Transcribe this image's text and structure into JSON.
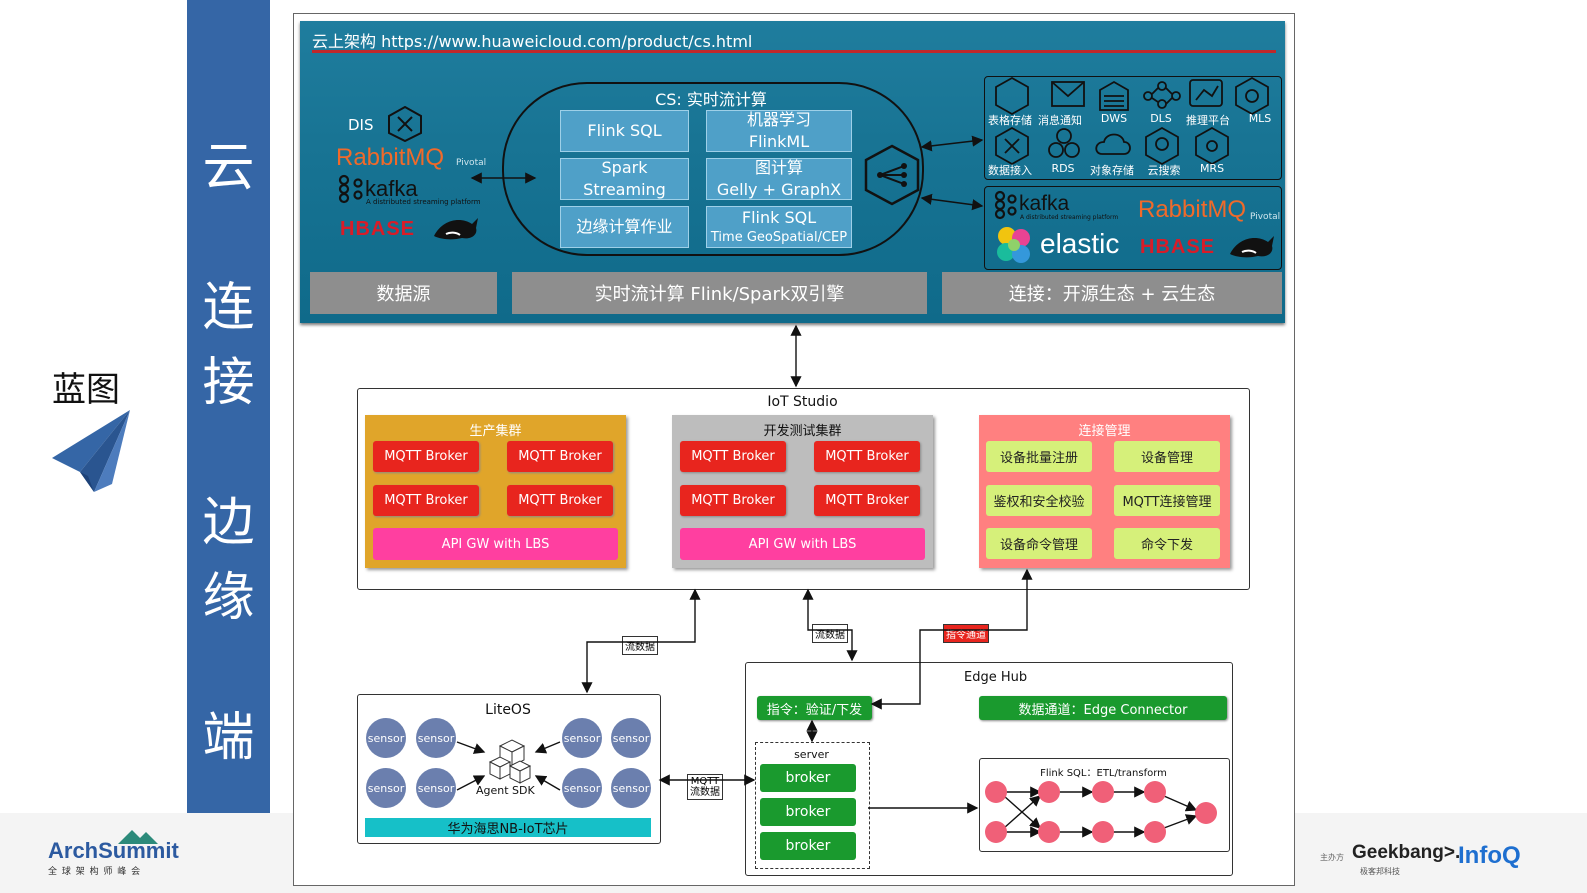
{
  "sidebar": {
    "chars": [
      "云",
      "连",
      "接",
      "边",
      "缘",
      "端"
    ]
  },
  "left": {
    "blueprint_label": "蓝图"
  },
  "footer": {
    "logo_archsummit": "ArchSummit",
    "logo_archsummit_sub": "全 球 架 构 师 峰 会",
    "organizer_label": "主办方",
    "logo_geekbang": "Geekbang>.",
    "logo_geekbang_sub": "极客邦科技",
    "logo_infoq": "InfoQ"
  },
  "cloud": {
    "title": "云上架构  https://www.huaweicloud.com/product/cs.html",
    "sources": {
      "dis": "DIS",
      "rabbitmq": "RabbitMQ",
      "pivotal": "Pivotal",
      "kafka": "kafka",
      "kafka_sub": "A distributed streaming platform",
      "hbase": "HBASE"
    },
    "cs": {
      "title": "CS: 实时流计算",
      "buttons": [
        {
          "line1": "Flink SQL",
          "line2": ""
        },
        {
          "line1": "机器学习",
          "line2": "FlinkML"
        },
        {
          "line1": "Spark",
          "line2": "Streaming"
        },
        {
          "line1": "图计算",
          "line2": "Gelly + GraphX"
        },
        {
          "line1": "边缘计算作业",
          "line2": ""
        },
        {
          "line1": "Flink SQL",
          "line2": "Time GeoSpatial/CEP"
        }
      ]
    },
    "cloud_services": [
      "表格存储",
      "消息通知",
      "DWS",
      "DLS",
      "推理平台",
      "MLS",
      "数据接入",
      "RDS",
      "对象存储",
      "云搜索",
      "MRS"
    ],
    "open_source": {
      "kafka": "kafka",
      "kafka_sub": "A distributed streaming platform",
      "rabbitmq": "RabbitMQ",
      "pivotal": "Pivotal",
      "elastic": "elastic",
      "hbase": "HBASE"
    },
    "bars": [
      "数据源",
      "实时流计算 Flink/Spark双引擎",
      "连接：开源生态 + 云生态"
    ]
  },
  "iot": {
    "title": "IoT Studio",
    "production": {
      "title": "生产集群",
      "brokers": [
        "MQTT Broker",
        "MQTT Broker",
        "MQTT Broker",
        "MQTT Broker"
      ],
      "apigw": "API GW with LBS"
    },
    "devtest": {
      "title": "开发测试集群",
      "brokers": [
        "MQTT Broker",
        "MQTT Broker",
        "MQTT Broker",
        "MQTT Broker"
      ],
      "apigw": "API GW with LBS"
    },
    "connection": {
      "title": "连接管理",
      "items": [
        "设备批量注册",
        "设备管理",
        "鉴权和安全校验",
        "MQTT连接管理",
        "设备命令管理",
        "命令下发"
      ]
    }
  },
  "links": {
    "stream_data_1": "流数据",
    "stream_data_2": "流数据",
    "command_channel": "指令通道",
    "mqtt_stream_1": "MQTT",
    "mqtt_stream_2": "流数据"
  },
  "liteos": {
    "title": "LiteOS",
    "sensor_label": "sensor",
    "agent": "Agent SDK",
    "chip": "华为海思NB-IoT芯片"
  },
  "edgehub": {
    "title": "Edge Hub",
    "command": "指令：验证/下发",
    "data_channel": "数据通道：Edge Connector",
    "server": "server",
    "brokers": [
      "broker",
      "broker",
      "broker"
    ],
    "flink": "Flink SQL：ETL/transform"
  },
  "colors": {
    "sidebar": "#3566a6",
    "cloud": "#187494",
    "mqtt": "#e8251e",
    "apigw": "#ff3fa0",
    "production": "#e0a52a",
    "devtest": "#bdbdbd",
    "connection": "#ff8080",
    "edge_green": "#1a9a2e",
    "node": "#f06078"
  }
}
